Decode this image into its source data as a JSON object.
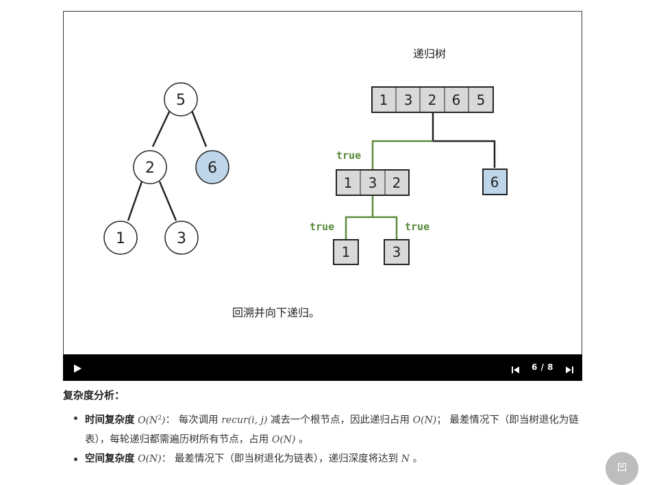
{
  "slide": {
    "tree_title": "递归树",
    "caption": "回溯并向下递归。",
    "left_tree": {
      "nodes": [
        {
          "id": "n5",
          "label": "5",
          "highlighted": false
        },
        {
          "id": "n2",
          "label": "2",
          "highlighted": false
        },
        {
          "id": "n6",
          "label": "6",
          "highlighted": true
        },
        {
          "id": "n1",
          "label": "1",
          "highlighted": false
        },
        {
          "id": "n3",
          "label": "3",
          "highlighted": false
        }
      ]
    },
    "recursion_tree": {
      "root_array": [
        "1",
        "3",
        "2",
        "6",
        "5"
      ],
      "mid_array": [
        "1",
        "3",
        "2"
      ],
      "right_leaf": "6",
      "leaf_left": "1",
      "leaf_right": "3",
      "true_label": "true"
    },
    "colors": {
      "highlight_fill": "#bfd6ea",
      "cell_fill": "#d9d9d9",
      "true_green": "#5a8a3a",
      "border": "#222222"
    }
  },
  "player": {
    "counter": "6 / 8",
    "play_icon": "play-icon",
    "prev_icon": "skip-previous-icon",
    "next_icon": "skip-next-icon"
  },
  "analysis": {
    "heading": "复杂度分析：",
    "time": {
      "label": "时间复杂度",
      "formula_base": "O(N",
      "formula_exp": "2",
      "formula_end": ")",
      "t1": "：  每次调用 ",
      "m1": "recur(i, j)",
      "t2": " 减去一个根节点，因此递归占用 ",
      "m2": "O(N)",
      "t3": "；  最差情况下（即当树退化为链表），每轮递归都需遍历树所有节点，占用 ",
      "m3": "O(N)",
      "t4": " 。"
    },
    "space": {
      "label": "空间复杂度",
      "m1": "O(N)",
      "t1": "：  最差情况下（即当树退化为链表），递归深度将达到 ",
      "m2": "N",
      "t2": " 。"
    }
  },
  "scroll_top": {
    "label": "凹",
    "icon": "back-to-top-icon"
  }
}
